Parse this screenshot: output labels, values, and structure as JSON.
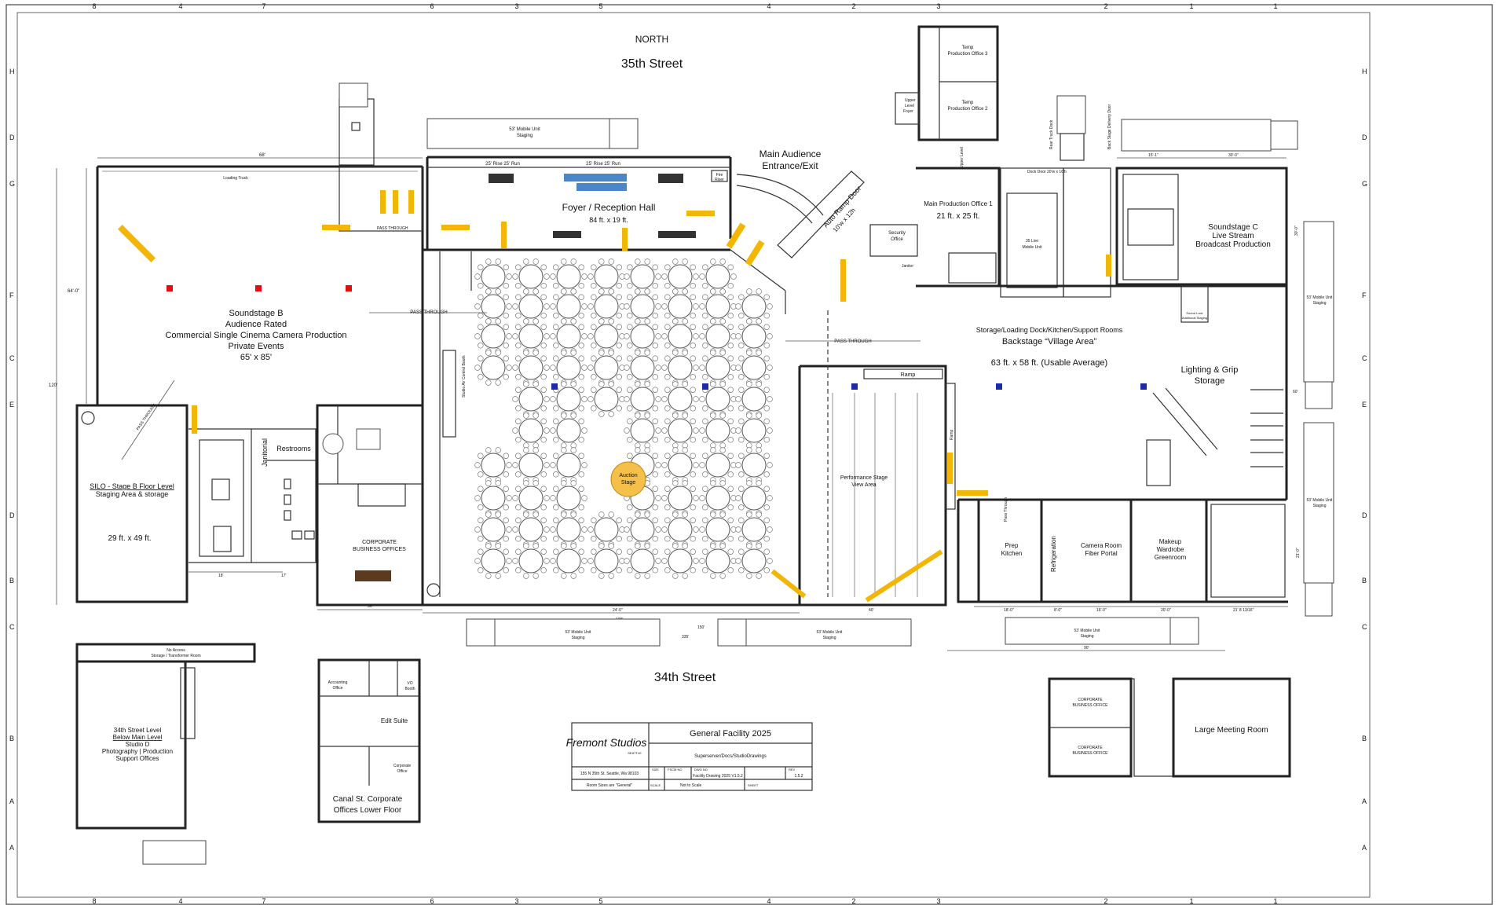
{
  "frame": {
    "col_labels": [
      "8",
      "4",
      "7",
      "6",
      "3",
      "5",
      "4",
      "2",
      "3",
      "2",
      "1",
      "1"
    ],
    "row_labels": [
      "H",
      "D",
      "G",
      "F",
      "C",
      "E",
      "D",
      "B",
      "C",
      "B",
      "A",
      "A"
    ]
  },
  "compass": "NORTH",
  "streets": {
    "north": "35th Street",
    "south": "34th Street"
  },
  "rooms": {
    "soundstage_b": {
      "title": "Soundstage B",
      "l1": "Audience Rated",
      "l2": "Commercial Single Cinema Camera Production",
      "l3": "Private Events",
      "size": "65' x 85'"
    },
    "silo": {
      "title": "SILO - Stage B Floor Level",
      "sub": "Staging Area & storage",
      "size": "29 ft. x 49 ft."
    },
    "foyer": {
      "title": "Foyer / Reception Hall",
      "size": "84 ft. x 19 ft."
    },
    "main_audience": {
      "l1": "Main Audience",
      "l2": "Entrance/Exit"
    },
    "auto_ramp": {
      "l1": "Auto Ramp Door",
      "l2": "10'w x 12h"
    },
    "security": {
      "l1": "Security",
      "l2": "Office"
    },
    "janitor": "Janitor",
    "main_prod": {
      "title": "Main Production Office 1",
      "size": "21 ft. x 25 ft."
    },
    "temp3": {
      "l1": "Temp",
      "l2": "Production Office 3"
    },
    "temp2": {
      "l1": "Temp",
      "l2": "Production Office 2"
    },
    "upper_foyer": {
      "l1": "Upper",
      "l2": "Level",
      "l3": "Foyer"
    },
    "soundstage_c": {
      "title": "Soundstage C",
      "l1": "Live Stream",
      "l2": "Broadcast Production"
    },
    "village": {
      "l1": "Storage/Loading Dock/Kitchen/Support Rooms",
      "l2": "Backstage “Village Area”",
      "size": "63 ft. x 58 ft. (Usable Average)"
    },
    "lighting": {
      "l1": "Lighting & Grip",
      "l2": "Storage"
    },
    "performance": {
      "l1": "Performance Stage",
      "l2": "View Area"
    },
    "auction": {
      "l1": "Auction",
      "l2": "Stage"
    },
    "ramp": "Ramp",
    "restrooms": "Restrooms",
    "janitorial": "Janitorial",
    "corp_offices": {
      "l1": "CORPORATE",
      "l2": "BUSINESS OFFICES"
    },
    "prep_kitchen": {
      "l1": "Prep",
      "l2": "Kitchen"
    },
    "refrigeration": "Refrigeration",
    "camera_room": {
      "l1": "Camera Room",
      "l2": "Fiber Portal"
    },
    "makeup": {
      "l1": "Makeup",
      "l2": "Wardrobe",
      "l3": "Greenroom"
    },
    "live_mobile": {
      "l1": "35 Live",
      "l2": "Mobile Unit"
    },
    "control_booth": "Studio AV Control Booth",
    "no_access": {
      "l1": "No Access",
      "l2": "Storage / Transformer Room"
    },
    "studio_d": {
      "l1": "34th Street Level",
      "l2": "Below Main Level",
      "l3": "Studio D",
      "l4": "Photography | Production",
      "l5": "Support Offices"
    },
    "canal": {
      "l1": "Canal St. Corporate",
      "l2": "Offices Lower Floor"
    },
    "accounting": {
      "l1": "Accounting",
      "l2": "Office"
    },
    "vo_booth": {
      "l1": "VO",
      "l2": "Booth"
    },
    "edit_suite": "Edit Suite",
    "corporate_office": {
      "l1": "Corporate",
      "l2": "Office"
    },
    "corp_biz_a": {
      "l1": "CORPORATE",
      "l2": "BUSINESS OFFICE"
    },
    "corp_biz_b": {
      "l1": "CORPORATE",
      "l2": "BUSINESS OFFICE"
    },
    "large_meeting": "Large Meeting Room",
    "sound_lock": {
      "l1": "Sound Lock",
      "l2": "Additional Staging"
    },
    "fire_riser": {
      "l1": "Fire",
      "l2": "Riser"
    }
  },
  "labels": {
    "pass_through": "PASS THROUGH",
    "mobile_unit": "53' Mobile Unit",
    "staging": "Staging",
    "dock_door": "Dock Door 20'w x 16'h",
    "rear_truck_door": "Rear Truck Dock",
    "back_stage_door": "Back Stage Delivery Door",
    "upper_level": "Upper Level",
    "rise_run": "25' Rise 25' Run",
    "loading_truck": "Loading Truck",
    "prep_kitchen_pass": "Pass Through"
  },
  "dims": {
    "top_soundstage": "68'",
    "left_height": "120'",
    "left_mid": "64'-0\"",
    "silo_w1": "18'",
    "silo_w2": "17'",
    "corp_w": "36'",
    "hall_24": "24'-0\"",
    "hall_100": "100'",
    "hall_150": "150'",
    "hall_335": "335'",
    "stage_40": "40'",
    "k_18": "18'-0\"",
    "k_8": "8'-0\"",
    "k_16": "16'-0\"",
    "k_20": "20'-0\"",
    "k_21": "21' 8 13/16\"",
    "k_90": "90'",
    "c_15": "15'-1\"",
    "c_30": "30'-0\"",
    "c_30v": "30'-0\"",
    "c_60": "60'",
    "c_21": "21'-0\""
  },
  "title_block": {
    "logo": "Fremont Studios",
    "logo_sub": "SEATTLE",
    "title": "General Facility 2025",
    "path": "Superserver/Docs/StudioDrawings",
    "address": "155 N 35th St. Seattle, Wa 98103",
    "note": "Room Sizes are \"General\"",
    "size_label": "SIZE",
    "fscm_label": "FSCM NO",
    "dwg_label": "DWG NO",
    "rev_label": "REV",
    "dwg_no": "Facility Drawing 2025 V1.5.2",
    "rev": "1.5.2",
    "scale_label": "SCALE",
    "scale": "Not to Scale",
    "sheet_label": "SHEET"
  },
  "colors": {
    "arrow": "#f2b705",
    "red_marker": "#e01010",
    "blue_marker": "#1a2aa8",
    "auction": "#f5c04a",
    "foyer_tables": "#4a86c8"
  }
}
